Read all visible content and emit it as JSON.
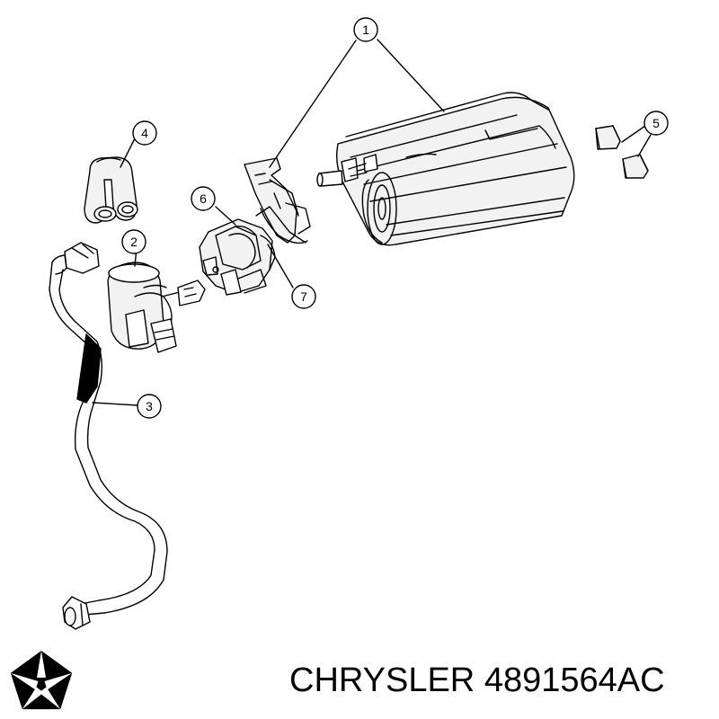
{
  "caption": {
    "brand": "CHRYSLER",
    "part_number": "4891564AC"
  },
  "logo": {
    "icon": "chrysler-pentastar-icon",
    "color": "#000000"
  },
  "callouts": [
    {
      "id": "1",
      "label": "1"
    },
    {
      "id": "2",
      "label": "2"
    },
    {
      "id": "3",
      "label": "3"
    },
    {
      "id": "4",
      "label": "4"
    },
    {
      "id": "5",
      "label": "5"
    },
    {
      "id": "6",
      "label": "6"
    },
    {
      "id": "7",
      "label": "7"
    }
  ]
}
